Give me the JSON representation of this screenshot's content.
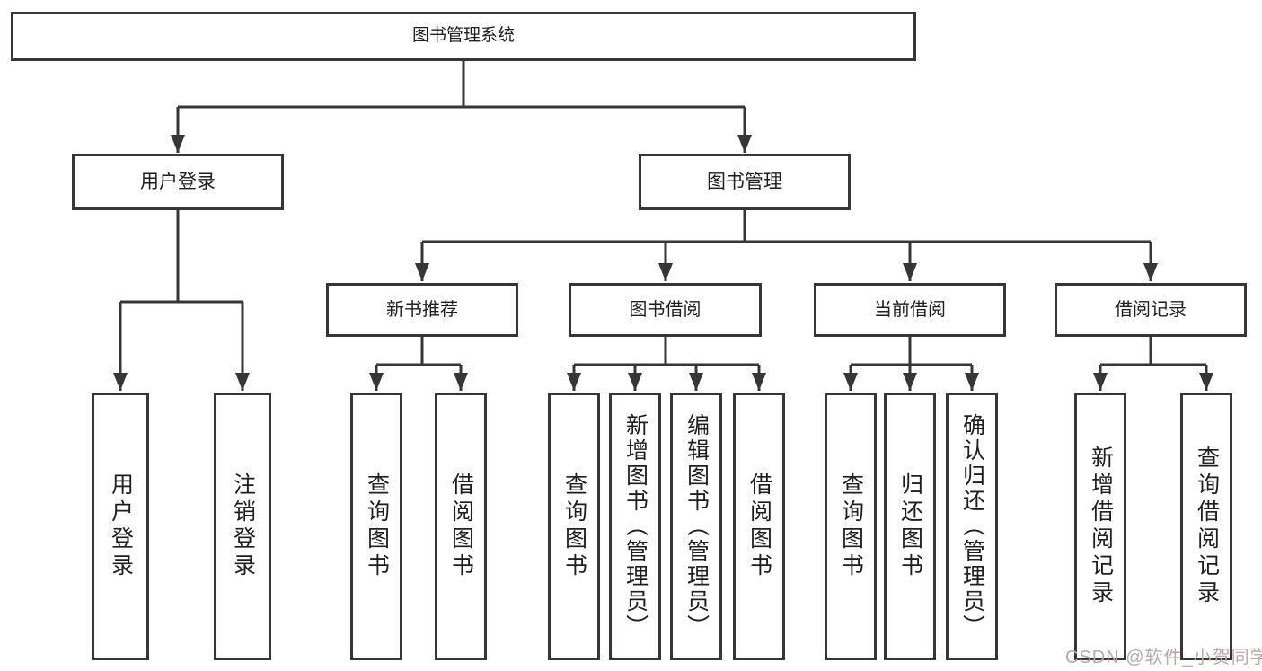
{
  "tree": {
    "root": {
      "label": "图书管理系统"
    },
    "branches": [
      {
        "label": "用户登录",
        "children": [
          {
            "label": "用户登录"
          },
          {
            "label": "注销登录"
          }
        ]
      },
      {
        "label": "图书管理",
        "children": [
          {
            "label": "新书推荐",
            "children": [
              {
                "label": "查询图书"
              },
              {
                "label": "借阅图书"
              }
            ]
          },
          {
            "label": "图书借阅",
            "children": [
              {
                "label": "查询图书"
              },
              {
                "label": "新增图书（管理员）"
              },
              {
                "label": "编辑图书（管理员）"
              },
              {
                "label": "借阅图书"
              }
            ]
          },
          {
            "label": "当前借阅",
            "children": [
              {
                "label": "查询图书"
              },
              {
                "label": "归还图书"
              },
              {
                "label": "确认归还（管理员）"
              }
            ]
          },
          {
            "label": "借阅记录",
            "children": [
              {
                "label": "新增借阅记录"
              },
              {
                "label": "查询借阅记录"
              }
            ]
          }
        ]
      }
    ]
  },
  "watermark": {
    "text": "CSDN @软件_小贺同学"
  },
  "colors": {
    "line": "#363636",
    "box_border": "#363636",
    "text": "#1e1e1e",
    "watermark": "#b9aaab",
    "background": "#ffffff"
  }
}
